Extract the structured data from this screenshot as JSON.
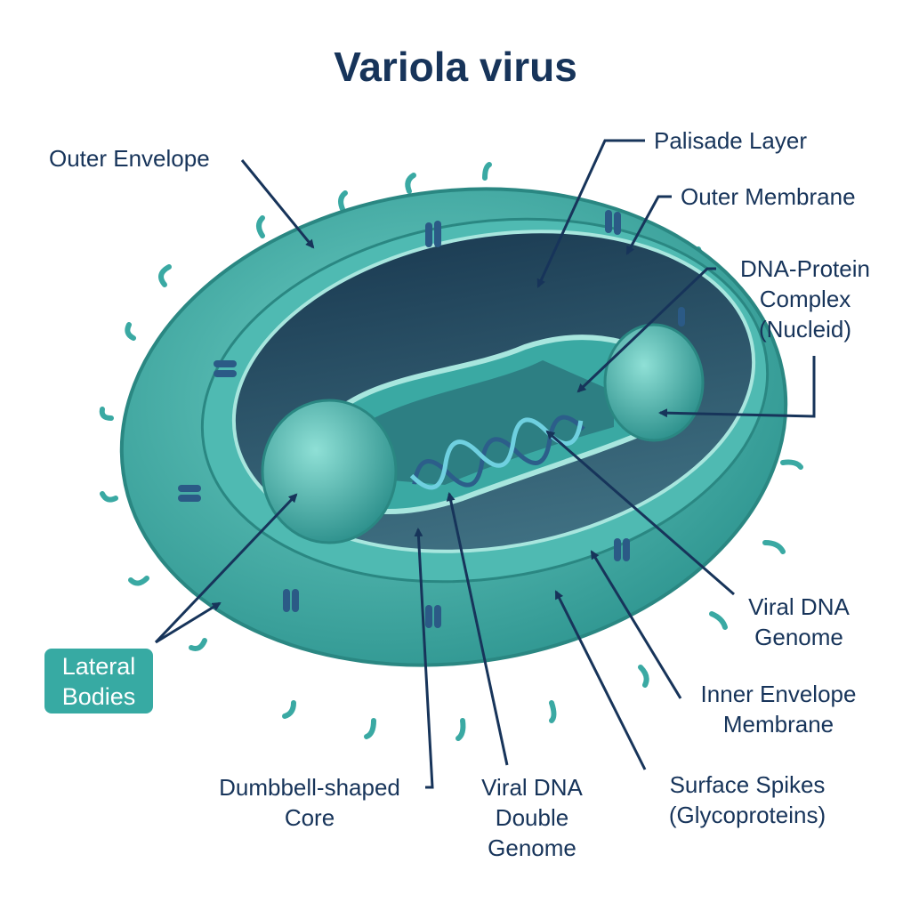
{
  "title": "Variola virus",
  "labels": {
    "outer_envelope": "Outer Envelope",
    "palisade_layer": "Palisade Layer",
    "outer_membrane": "Outer Membrane",
    "nucleoid": [
      "DNA-Protein",
      "Complex",
      "(Nucleid)"
    ],
    "viral_dna_genome": [
      "Viral DNA",
      "Genome"
    ],
    "inner_envelope": [
      "Inner Envelope",
      "Membrane"
    ],
    "surface_spikes": [
      "Surface Spikes",
      "(Glycoproteins)"
    ],
    "viral_dna_double": [
      "Viral DNA",
      "Double",
      "Genome"
    ],
    "dumbbell_core": [
      "Dumbbell-shaped",
      "Core"
    ],
    "lateral_bodies": [
      "Lateral",
      "Bodies"
    ]
  },
  "colors": {
    "text": "#17345a",
    "teal": "#3aa9a3",
    "dark": "#1f3f55",
    "badge": "#37aaa3"
  }
}
